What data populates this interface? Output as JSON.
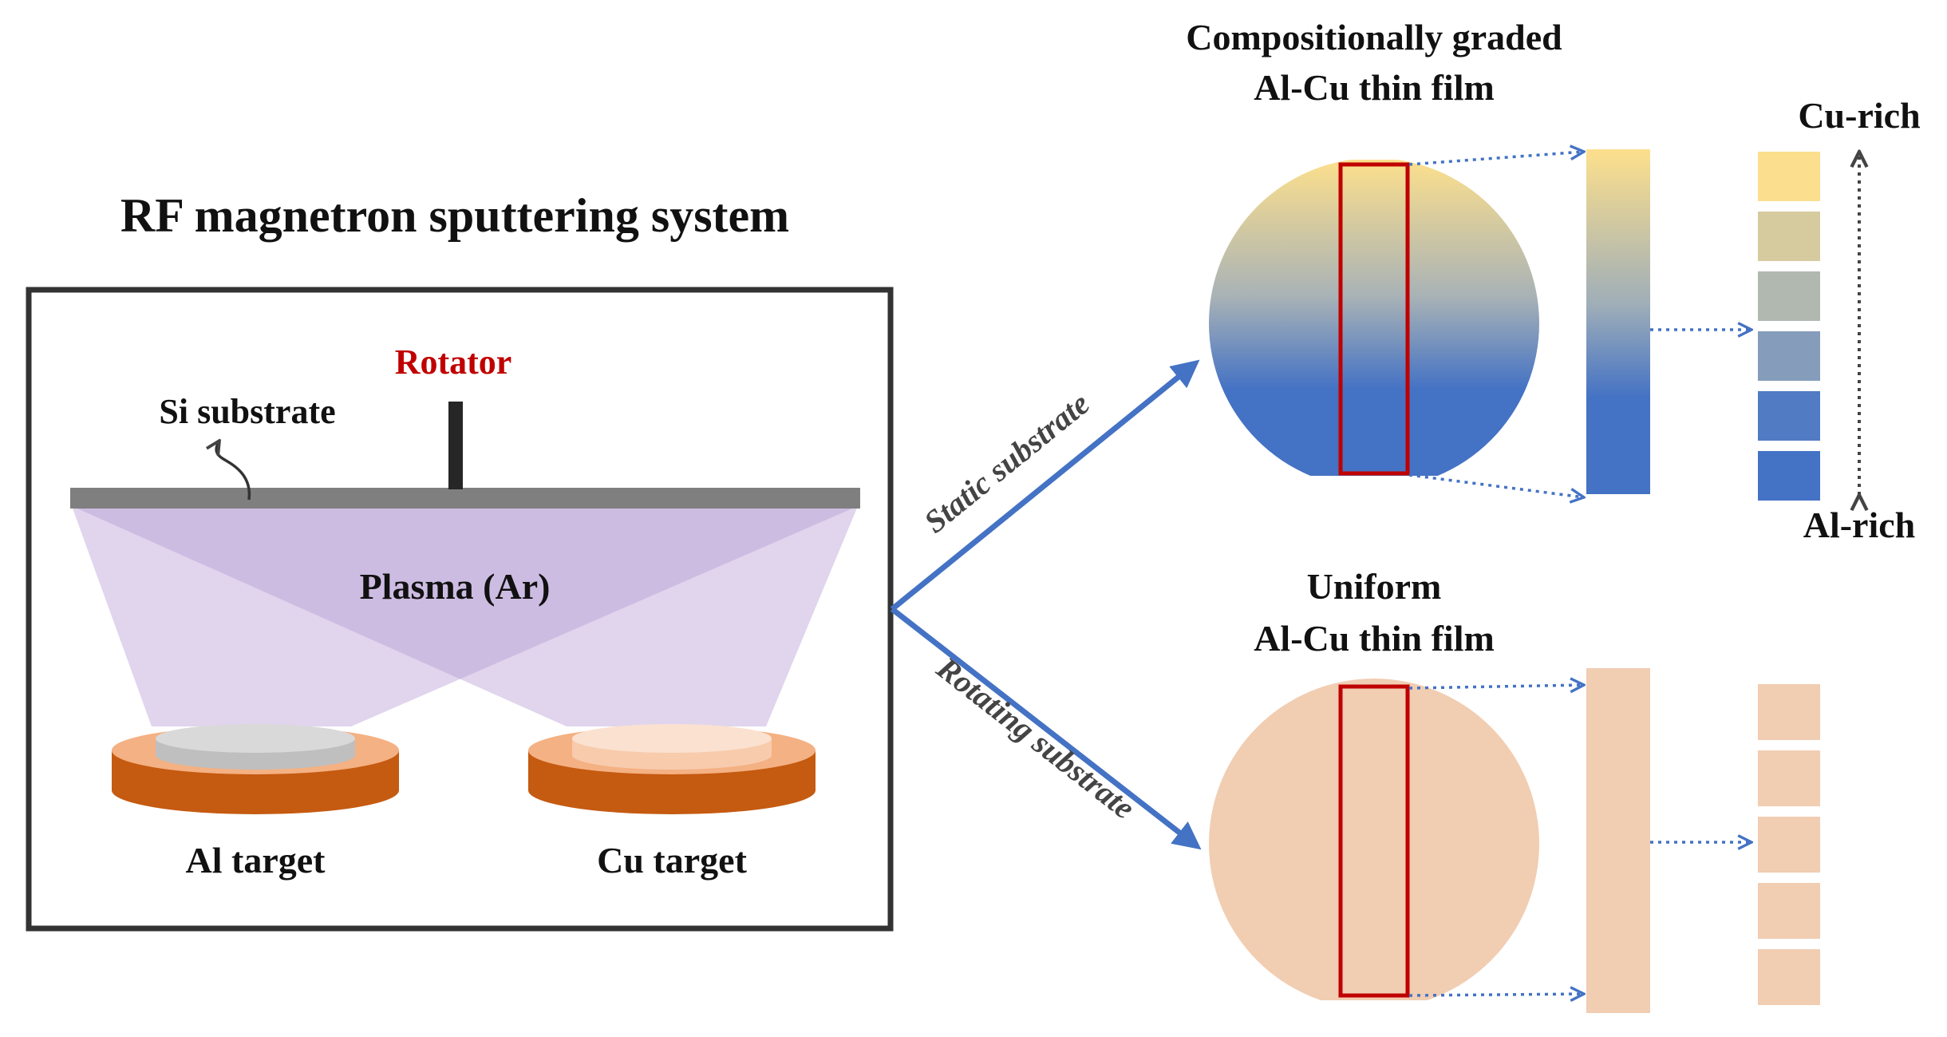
{
  "sputtering": {
    "title": "RF magnetron sputtering system",
    "rotator_label": "Rotator",
    "substrate_label": "Si substrate",
    "plasma_label": "Plasma (Ar)",
    "al_target_label": "Al target",
    "cu_target_label": "Cu target"
  },
  "paths": {
    "static_label": "Static substrate",
    "rotating_label": "Rotating substrate"
  },
  "graded_film": {
    "title_line1": "Compositionally graded",
    "title_line2": "Al-Cu thin film",
    "top_label": "Cu-rich",
    "bottom_label": "Al-rich",
    "segment_count": 6
  },
  "uniform_film": {
    "title_line1": "Uniform",
    "title_line2": "Al-Cu thin film",
    "segment_count": 5
  },
  "colors": {
    "cu_rich": "#fbdf8e",
    "al_rich": "#4472c4",
    "uniform_film": "#f1cdb2",
    "target_base": "#c55a11",
    "target_base_top": "#f4b183",
    "al_target": "#d9d9d9",
    "cu_target": "#fbe1cf",
    "plasma": "#b195d1",
    "substrate": "#7f7f7f",
    "selection_box": "#c00000",
    "arrow": "#4472c4",
    "rotator_text": "#c00000"
  }
}
